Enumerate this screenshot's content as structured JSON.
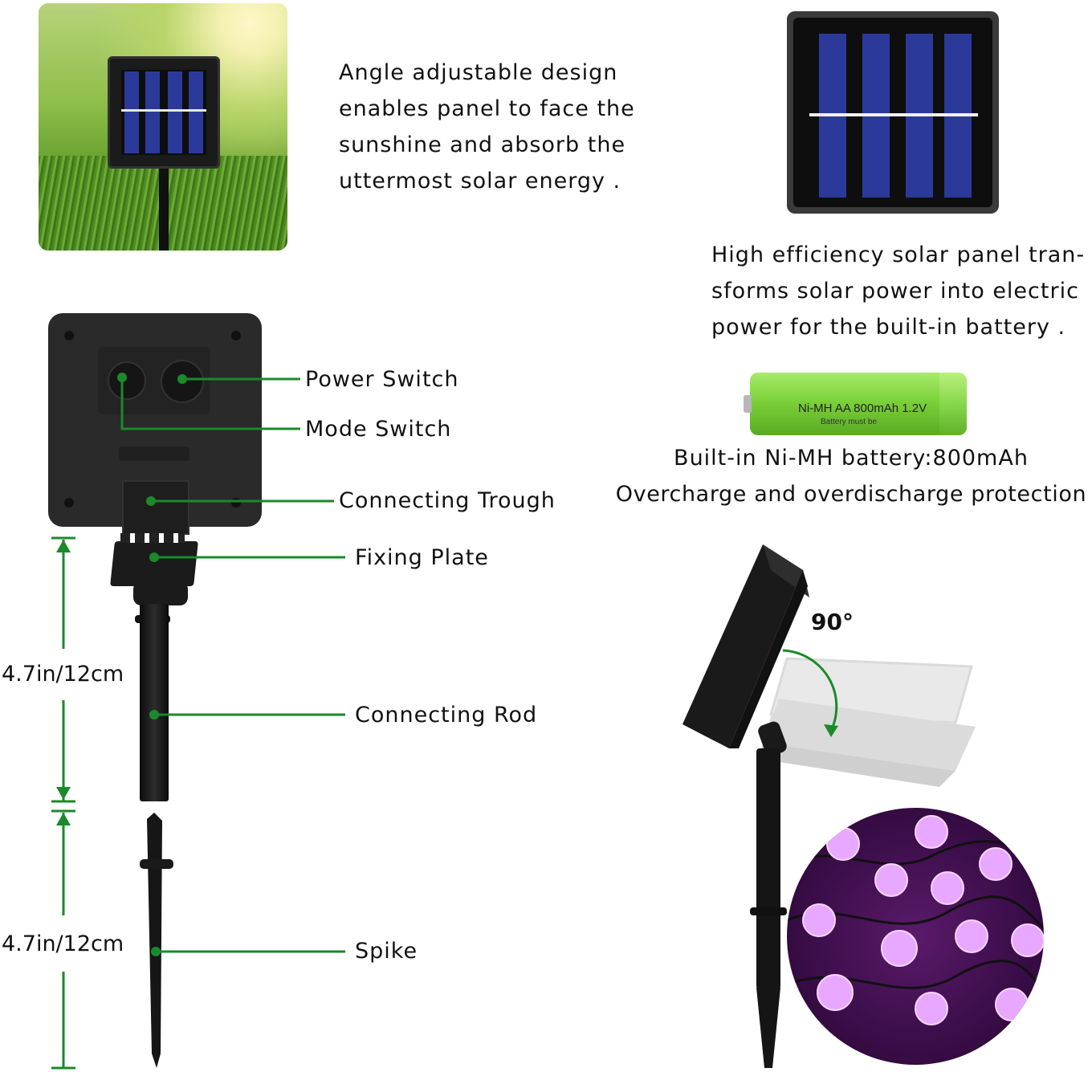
{
  "top_left": {
    "description_lines": [
      "Angle adjustable design",
      "enables panel to face the",
      "sunshine and absorb the",
      "uttermost solar energy ."
    ]
  },
  "top_right": {
    "description_lines": [
      "High efficiency solar panel tran-",
      "sforms solar power into electric",
      "power for the built-in battery ."
    ]
  },
  "battery": {
    "print_line1": "Ni-MH  AA 800mAh 1.2V",
    "print_line2": "Battery must be",
    "caption_line1": "Built-in Ni-MH battery:800mAh",
    "caption_line2": "Overcharge and overdischarge protection"
  },
  "parts": {
    "power_switch": "Power Switch",
    "mode_switch": "Mode Switch",
    "connecting_trough": "Connecting Trough",
    "fixing_plate": "Fixing Plate",
    "connecting_rod": "Connecting Rod",
    "spike": "Spike"
  },
  "dimensions": {
    "rod_length": "4.7in/12cm",
    "spike_length": "4.7in/12cm"
  },
  "rotation": {
    "angle_label": "90°"
  },
  "colors": {
    "callout_green": "#1a8a2a",
    "panel_blue": "#2b3a9a",
    "housing_black": "#222222",
    "battery_green": "#7cd13a",
    "light_purple": "#c46be0"
  }
}
